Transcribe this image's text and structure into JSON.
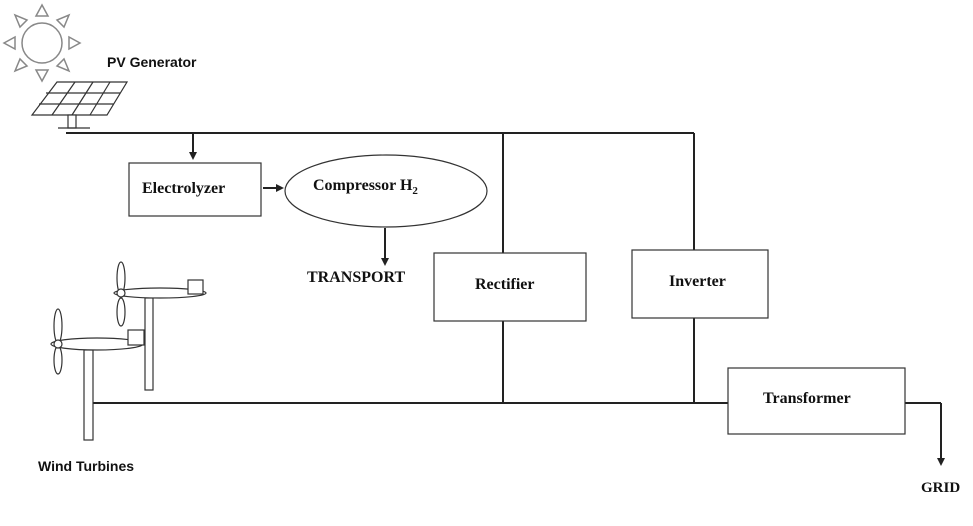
{
  "labels": {
    "pv_generator": "PV Generator",
    "wind_turbines": "Wind Turbines",
    "electrolyzer": "Electrolyzer",
    "compressor": "Compressor H",
    "compressor_sub": "2",
    "transport": "TRANSPORT",
    "rectifier": "Rectifier",
    "inverter": "Inverter",
    "transformer": "Transformer",
    "grid": "GRID"
  },
  "colors": {
    "line": "#222222",
    "box_border": "#333333",
    "box_fill": "#ffffff",
    "sun": "#999999"
  },
  "icons": [
    "sun-icon",
    "solar-panel-icon",
    "wind-turbine-icon"
  ]
}
